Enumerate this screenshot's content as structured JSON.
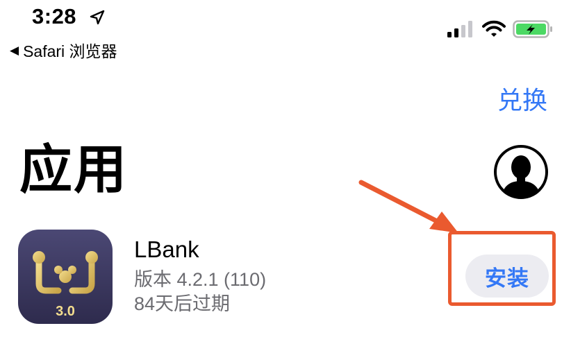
{
  "status_bar": {
    "time": "3:28",
    "back_label": "Safari 浏览器",
    "signal_bars": 2,
    "battery_state": "charging"
  },
  "header": {
    "redeem_label": "兑换",
    "title": "应用"
  },
  "app": {
    "name": "LBank",
    "version": "版本 4.2.1 (110)",
    "expiry": "84天后过期",
    "icon_badge": "3.0",
    "install_label": "安装"
  },
  "colors": {
    "accent": "#3478f6",
    "annotation": "#ea5a2f",
    "battery_green": "#4cd964",
    "icon_bg": "#3d3a62"
  }
}
